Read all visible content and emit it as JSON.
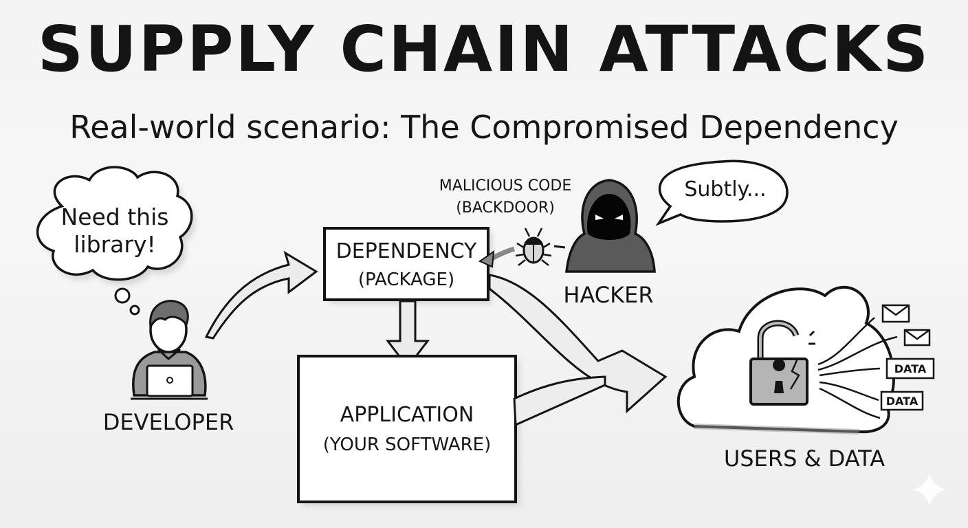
{
  "title": "SUPPLY CHAIN ATTACKS",
  "subtitle": "Real-world scenario: The Compromised Dependency",
  "developer": {
    "thought": "Need this library!",
    "thought_line1": "Need this",
    "thought_line2": "library!",
    "label": "DEVELOPER"
  },
  "dependency": {
    "title": "DEPENDENCY",
    "subtitle": "(PACKAGE)"
  },
  "malicious_code": {
    "line1": "MALICIOUS CODE",
    "line2": "(BACKDOOR)"
  },
  "hacker": {
    "label": "HACKER",
    "speech": "Subtly..."
  },
  "application": {
    "title": "APPLICATION",
    "subtitle": "(YOUR SOFTWARE)"
  },
  "users_data": {
    "label": "USERS & DATA",
    "tags": [
      "DATA",
      "DATA"
    ]
  },
  "icons": {
    "bug": "bug-icon",
    "hacker": "hooded-hacker-icon",
    "lock": "broken-padlock-icon",
    "envelope": "envelope-icon",
    "laptop": "laptop-icon",
    "sparkle": "sparkle-icon"
  },
  "colors": {
    "ink": "#141414",
    "arrow_fill": "#e9e9e9",
    "shade": "#8a8a8a"
  }
}
